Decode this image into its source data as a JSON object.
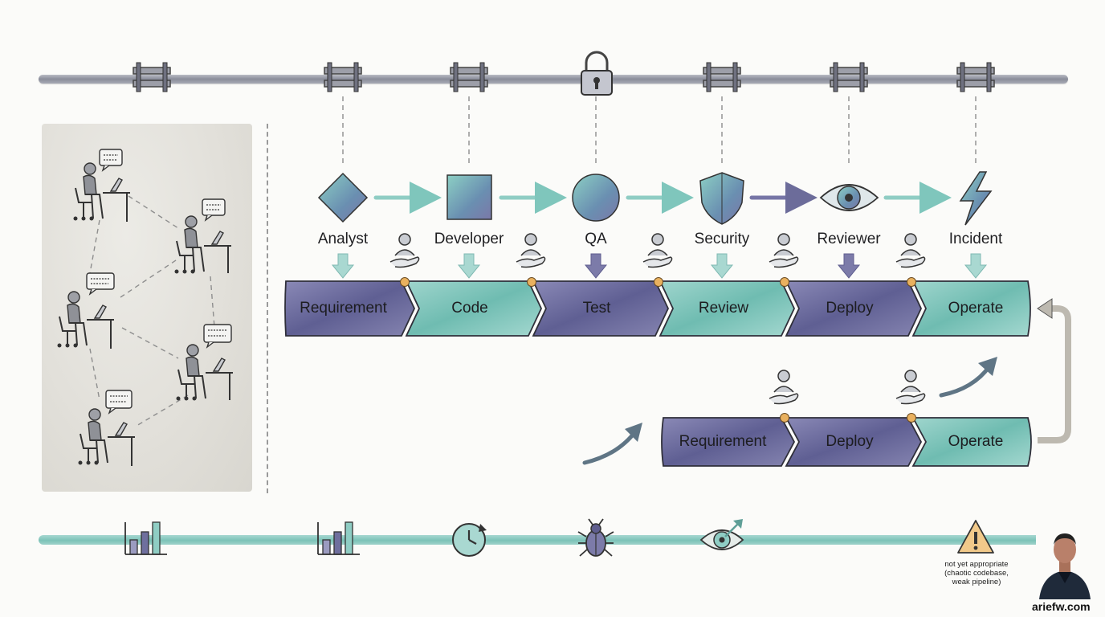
{
  "roles": [
    "Analyst",
    "Developer",
    "QA",
    "Security",
    "Reviewer",
    "Incident"
  ],
  "role_icons": [
    "diamond-icon",
    "square-icon",
    "circle-icon",
    "shield-icon",
    "eye-icon",
    "lightning-icon"
  ],
  "pipeline_main": [
    "Requirement",
    "Code",
    "Test",
    "Review",
    "Deploy",
    "Operate"
  ],
  "pipeline_short": [
    "Requirement",
    "Deploy",
    "Operate"
  ],
  "bottom_icons": [
    "bar-chart-icon",
    "bar-chart-icon",
    "clock-refresh-icon",
    "bug-icon",
    "target-eye-icon",
    "warning-icon"
  ],
  "warning_note": {
    "line1": "not yet appropriate",
    "line2": "(chaotic codebase,",
    "line3": "weak pipeline)"
  },
  "brand": "ariefw.com",
  "colors": {
    "purple": "#6f6f9e",
    "teal": "#7cc4ba",
    "handoff_dot": "#e9b15f",
    "rail_top": "#9a9ca8",
    "rail_bottom": "#86c7be"
  }
}
